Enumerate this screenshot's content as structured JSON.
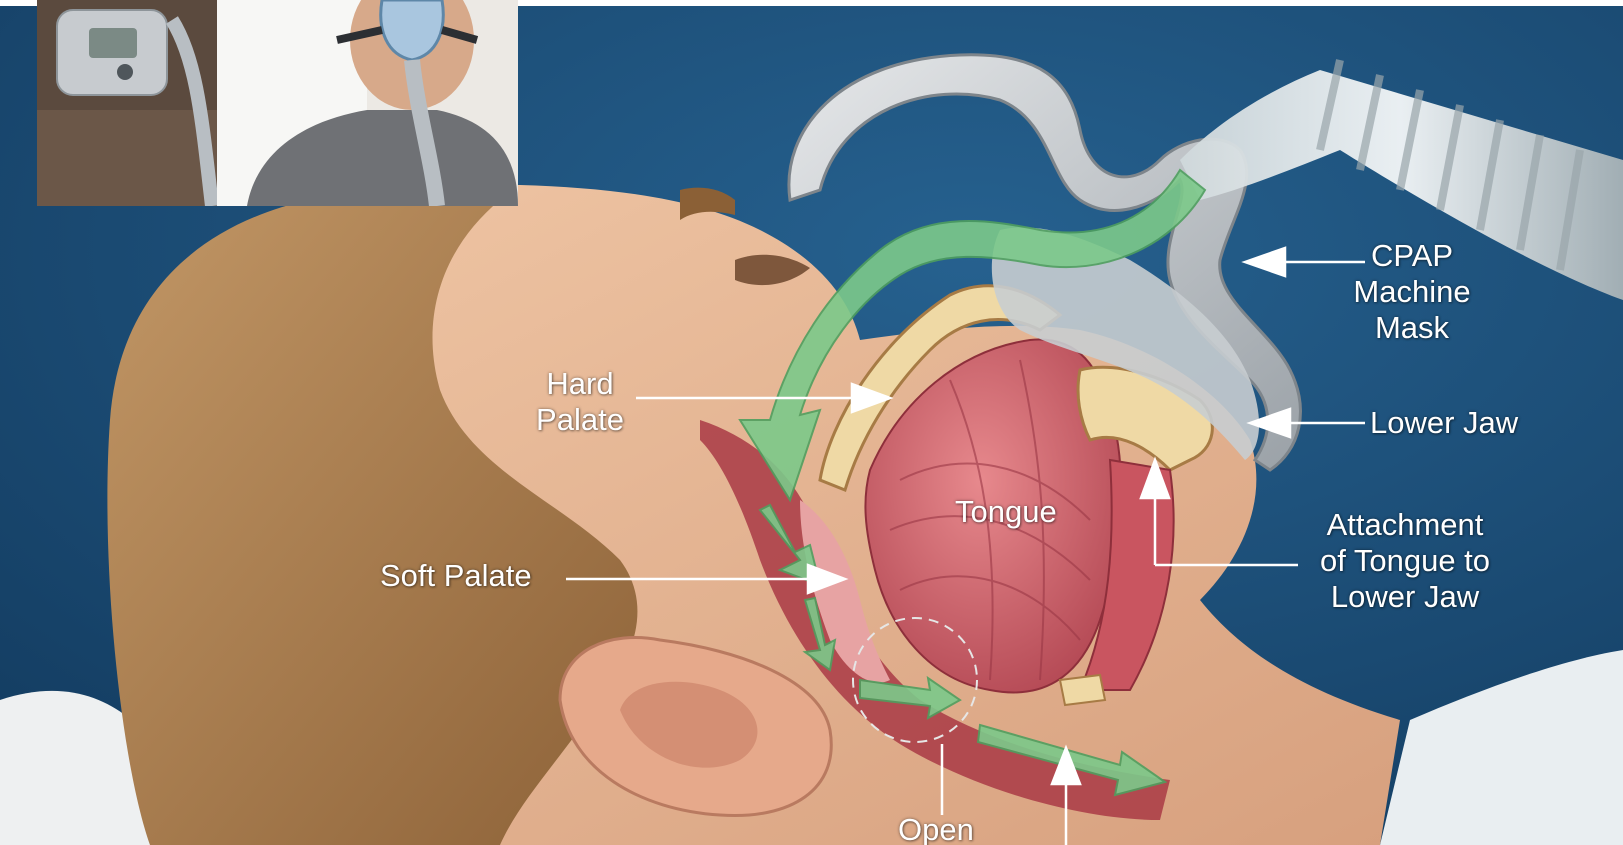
{
  "labels": {
    "cpap_mask": [
      "CPAP",
      "Machine",
      "Mask"
    ],
    "lower_jaw": "Lower Jaw",
    "attachment": [
      "Attachment",
      "of Tongue to",
      "Lower Jaw"
    ],
    "hard_palate": [
      "Hard",
      "Palate"
    ],
    "soft_palate": "Soft Palate",
    "tongue": "Tongue",
    "open": "Open"
  },
  "colors": {
    "background": "#1b4a75",
    "airflow_arrow": "#7cc98a",
    "skin": "#e2b08f",
    "hair": "#a9784a",
    "tongue": "#c8585f",
    "mask": "#b9bec2",
    "label_text": "#ffffff"
  },
  "icons": {
    "inset": "cpap-user-photo"
  }
}
